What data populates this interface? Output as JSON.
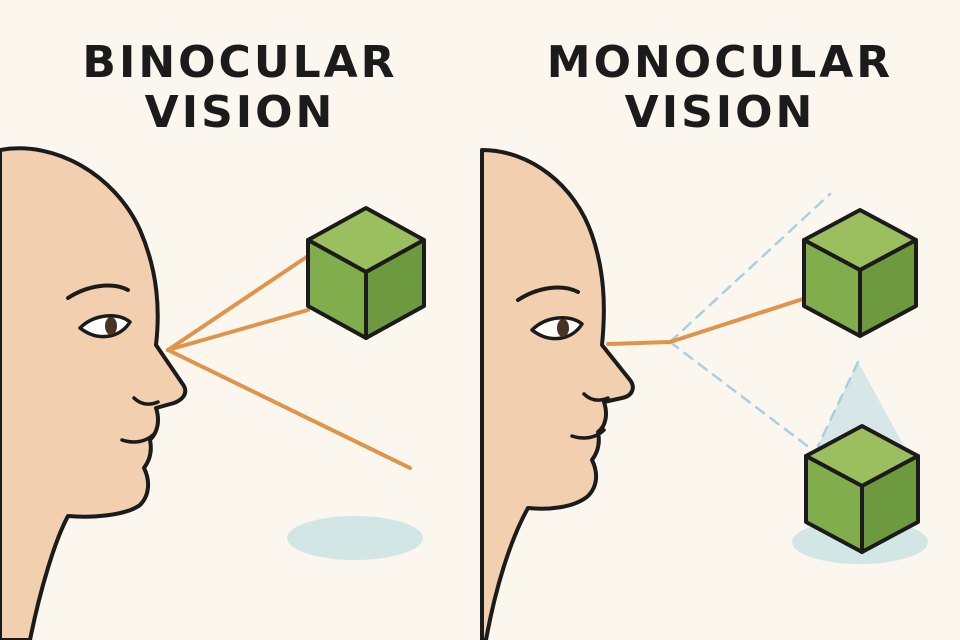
{
  "panels": {
    "left": {
      "title_line1": "BINOCULAR",
      "title_line2": "VISION"
    },
    "right": {
      "title_line1": "MONOCULAR",
      "title_line2": "VISION"
    }
  },
  "colors": {
    "background": "#fbf6ee",
    "skin": "#f2cfae",
    "outline": "#1b1b1b",
    "sight_line": "#e0944a",
    "cube_top": "#9bbf5e",
    "cube_left": "#82ad4c",
    "cube_right": "#6e9a3f",
    "shadow": "#d3e6e6",
    "dashed_line": "#a9cfe0"
  },
  "icons": {
    "left_head": "face-profile-icon",
    "left_cube": "cube-icon",
    "right_head": "face-profile-icon",
    "right_cube_top": "cube-icon",
    "right_cube_bottom": "cube-icon"
  }
}
